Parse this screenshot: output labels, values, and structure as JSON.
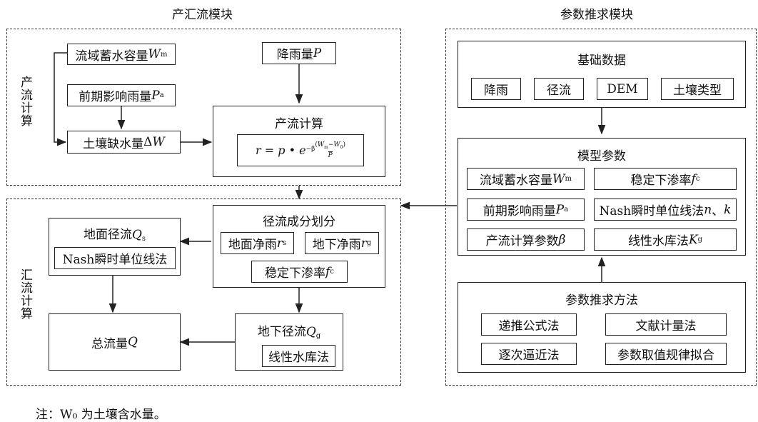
{
  "modules": {
    "runoff_module_title": "产汇流模块",
    "param_module_title": "参数推求模块"
  },
  "runoff_gen": {
    "side_label": "产流计算",
    "storage_capacity": "流域蓄水容量",
    "antecedent_rain": "前期影响雨量",
    "soil_deficit": "土壤缺水量",
    "rainfall": "降雨量",
    "calc_title": "产流计算"
  },
  "routing": {
    "side_label": "汇流计算",
    "component_title": "径流成分划分",
    "surface_net_rain": "地面净雨",
    "ground_net_rain": "地下净雨",
    "infiltration": "稳定下渗率",
    "surface_runoff": "地面径流",
    "nash_method": "Nash瞬时单位线法",
    "total_flow": "总流量",
    "ground_runoff": "地下径流",
    "linear_reservoir": "线性水库法"
  },
  "basic_data": {
    "title": "基础数据",
    "items": [
      "降雨",
      "径流",
      "DEM",
      "土壤类型"
    ]
  },
  "model_params": {
    "title": "模型参数",
    "storage": "流域蓄水容量",
    "infiltration": "稳定下渗率",
    "antecedent": "前期影响雨量",
    "nash": "Nash瞬时单位线法",
    "calc_param": "产流计算参数",
    "linear": "线性水库法"
  },
  "derivation": {
    "title": "参数推求方法",
    "items": [
      "递推公式法",
      "文献计量法",
      "逐次逼近法",
      "参数取值规律拟合"
    ]
  },
  "note": "注：W₀ 为土壤含水量。"
}
